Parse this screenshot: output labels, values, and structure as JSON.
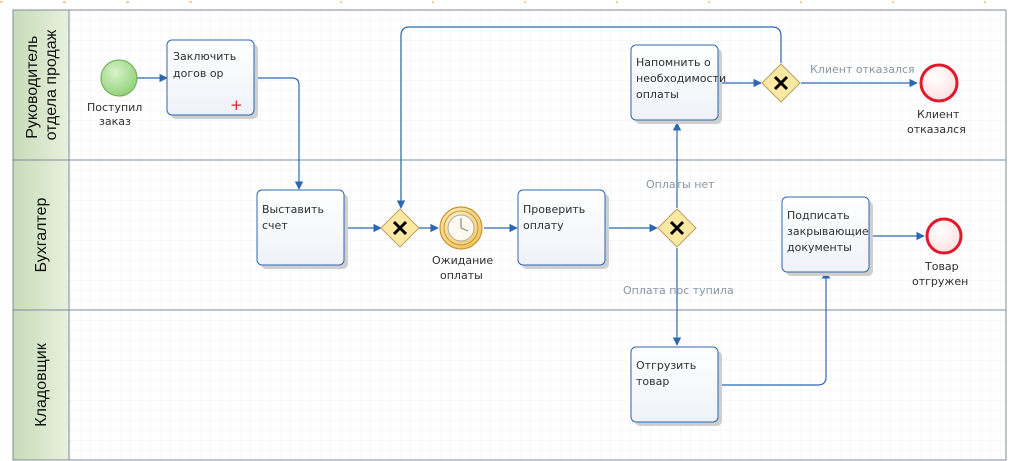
{
  "lanes": [
    {
      "name": "Руководитель отдела продаж",
      "lines": [
        "Руководитель",
        "отдела продаж"
      ]
    },
    {
      "name": "Бухгалтер",
      "lines": [
        "Бухгалтер"
      ]
    },
    {
      "name": "Кладовщик",
      "lines": [
        "Кладовщик"
      ]
    }
  ],
  "events": {
    "start": {
      "label_lines": [
        "Поступил",
        "заказ"
      ]
    },
    "timer": {
      "label_lines": [
        "Ожидание",
        "оплаты"
      ]
    },
    "end_refused": {
      "label_lines": [
        "Клиент",
        "отказался"
      ]
    },
    "end_shipped": {
      "label_lines": [
        "Товар",
        "отгружен"
      ]
    }
  },
  "tasks": {
    "contract": {
      "lines": [
        "Заключить",
        "догов ор"
      ],
      "marker": "+"
    },
    "invoice": {
      "lines": [
        "Выставить",
        "счет"
      ]
    },
    "check_payment": {
      "lines": [
        "Проверить",
        "оплату"
      ]
    },
    "remind": {
      "lines": [
        "Напомнить о",
        "необходимости",
        "оплаты"
      ]
    },
    "sign_docs": {
      "lines": [
        "Подписать",
        "закрывающие",
        "документы"
      ]
    },
    "ship": {
      "lines": [
        "Отгрузить",
        "товар"
      ]
    }
  },
  "flow_labels": {
    "client_refused": "Клиент отказался",
    "no_payment": "Оплаты нет",
    "payment_received": "Оплата пос тупила"
  },
  "colors": {
    "flow": "#2e67b1",
    "start_fill": "#9fd88a",
    "end_stroke": "#e0192b",
    "gateway_fill": "#fbe9a3",
    "timer_fill": "#f7cf73",
    "lane_header": "#dcead0"
  }
}
